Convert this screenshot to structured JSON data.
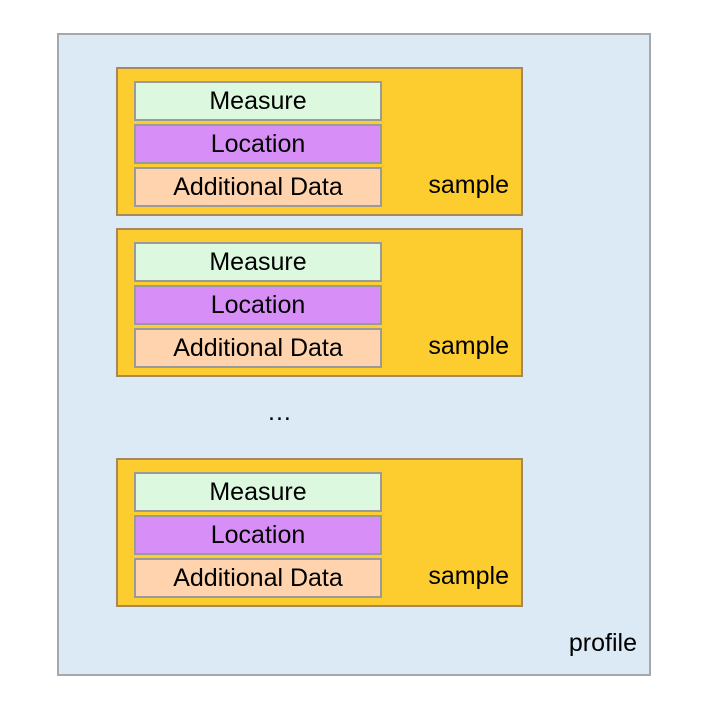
{
  "profile": {
    "label": "profile",
    "samples": [
      {
        "measure": "Measure",
        "location": "Location",
        "additional": "Additional Data",
        "label": "sample"
      },
      {
        "measure": "Measure",
        "location": "Location",
        "additional": "Additional Data",
        "label": "sample"
      },
      {
        "measure": "Measure",
        "location": "Location",
        "additional": "Additional Data",
        "label": "sample"
      }
    ],
    "ellipsis": "..."
  },
  "colors": {
    "profile_bg": "#dbeaf5",
    "sample_bg": "#fdcc2f",
    "measure_bg": "#dcf9e0",
    "location_bg": "#d88ef7",
    "additional_bg": "#fed3ad"
  }
}
